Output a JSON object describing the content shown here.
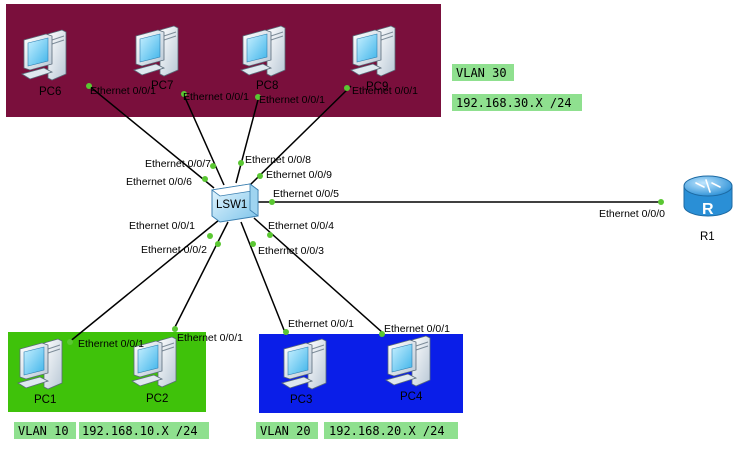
{
  "colors": {
    "vlan30_zone": "#7a0f3c",
    "vlan10_zone": "#3fc20a",
    "vlan20_zone": "#0a1ee8",
    "tag_bg": "#8fe08f",
    "link": "#000000",
    "port_dot": "#5ac732",
    "pc_screen": "#7fd3f7",
    "router": "#3aa9e8"
  },
  "zones": {
    "vlan30": {
      "vlan": "VLAN 30",
      "subnet": "192.168.30.X /24"
    },
    "vlan10": {
      "vlan": "VLAN 10",
      "subnet": "192.168.10.X /24"
    },
    "vlan20": {
      "vlan": "VLAN 20",
      "subnet": "192.168.20.X /24"
    }
  },
  "devices": {
    "switch": {
      "name": "LSW1",
      "icon": "switch-icon"
    },
    "router": {
      "name": "R1",
      "icon": "router-icon"
    },
    "pcs": [
      {
        "name": "PC6",
        "icon": "pc-icon"
      },
      {
        "name": "PC7",
        "icon": "pc-icon"
      },
      {
        "name": "PC8",
        "icon": "pc-icon"
      },
      {
        "name": "PC9",
        "icon": "pc-icon"
      },
      {
        "name": "PC1",
        "icon": "pc-icon"
      },
      {
        "name": "PC2",
        "icon": "pc-icon"
      },
      {
        "name": "PC3",
        "icon": "pc-icon"
      },
      {
        "name": "PC4",
        "icon": "pc-icon"
      }
    ]
  },
  "links": [
    {
      "from": "PC6",
      "from_port": "Ethernet 0/0/1",
      "to": "LSW1",
      "to_port": "Ethernet 0/0/6"
    },
    {
      "from": "PC7",
      "from_port": "Ethernet 0/0/1",
      "to": "LSW1",
      "to_port": "Ethernet 0/0/7"
    },
    {
      "from": "PC8",
      "from_port": "Ethernet 0/0/1",
      "to": "LSW1",
      "to_port": "Ethernet 0/0/8"
    },
    {
      "from": "PC9",
      "from_port": "Ethernet 0/0/1",
      "to": "LSW1",
      "to_port": "Ethernet 0/0/9"
    },
    {
      "from": "R1",
      "from_port": "Ethernet 0/0/0",
      "to": "LSW1",
      "to_port": "Ethernet 0/0/5"
    },
    {
      "from": "PC1",
      "from_port": "Ethernet 0/0/1",
      "to": "LSW1",
      "to_port": "Ethernet 0/0/1"
    },
    {
      "from": "PC2",
      "from_port": "Ethernet 0/0/1",
      "to": "LSW1",
      "to_port": "Ethernet 0/0/2"
    },
    {
      "from": "PC3",
      "from_port": "Ethernet 0/0/1",
      "to": "LSW1",
      "to_port": "Ethernet 0/0/3"
    },
    {
      "from": "PC4",
      "from_port": "Ethernet 0/0/1",
      "to": "LSW1",
      "to_port": "Ethernet 0/0/4"
    }
  ]
}
